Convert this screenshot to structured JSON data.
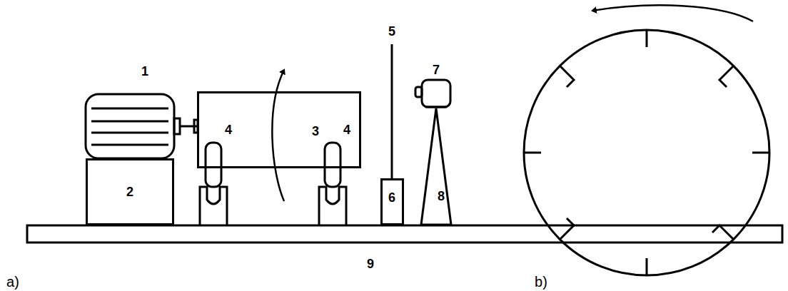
{
  "diagram": {
    "nodes": [
      {
        "text": [
          "2"
        ]
      },
      {
        "text": [
          "3"
        ]
      },
      {
        "text": [
          "6"
        ]
      },
      {
        "text": [
          "8"
        ]
      }
    ],
    "labels": [
      "1",
      "4",
      "4",
      "5",
      "7",
      "9",
      "a)",
      "b)"
    ]
  }
}
